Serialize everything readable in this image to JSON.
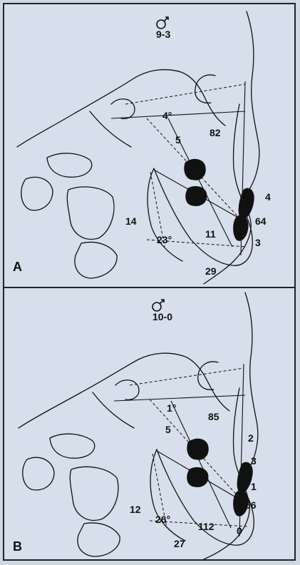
{
  "panel_a": {
    "letter": "A",
    "age": "9-3",
    "labels": {
      "angle_top": "4°",
      "n5": "5",
      "n82": "82",
      "n14": "14",
      "n4": "4",
      "n64": "64",
      "n11": "11",
      "angle_bottom": "23°",
      "n3": "3",
      "n29": "29"
    }
  },
  "panel_b": {
    "letter": "B",
    "age": "10-0",
    "labels": {
      "angle_top": "1°",
      "n85": "85",
      "n5": "5",
      "n2": "2",
      "n3": "3",
      "n1": "1",
      "n66": "66",
      "n12": "12",
      "angle_bottom": "26°",
      "n112": "112",
      "n0": "0",
      "n27": "27"
    }
  },
  "colors": {
    "ink": "#111111",
    "paper": "#d6dfeb",
    "bleed_text": "#8f98a6"
  }
}
